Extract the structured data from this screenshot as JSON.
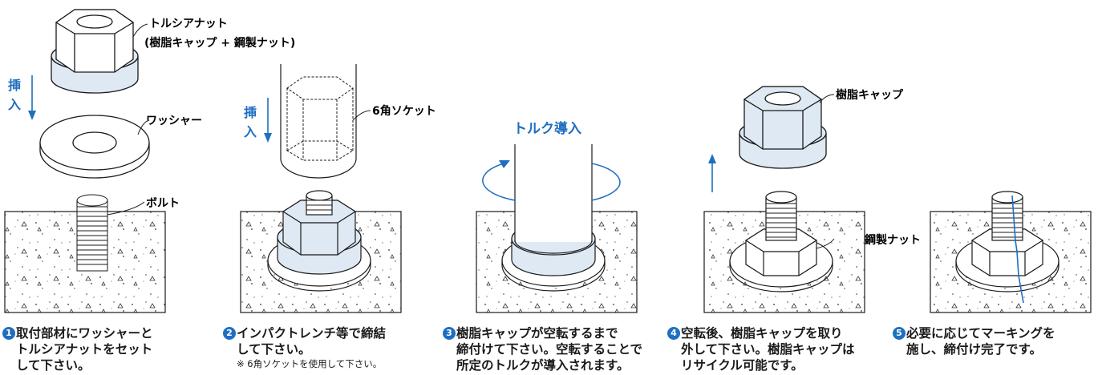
{
  "labels": {
    "torque_nut": "トルシアナット",
    "torque_nut_detail": "(樹脂キャップ + 鋼製ナット)",
    "washer": "ワッシャー",
    "bolt": "ボルト",
    "socket": "6角ソケット",
    "insert_1": "挿",
    "insert_2": "入",
    "torque_intro": "トルク導入",
    "resin_cap": "樹脂キャップ",
    "steel_nut": "鋼製ナット"
  },
  "steps": [
    {
      "num": "1",
      "lines": [
        "取付部材にワッシャーと",
        "トルシアナットをセット",
        "して下さい。"
      ]
    },
    {
      "num": "2",
      "lines": [
        "インパクトレンチ等で締結",
        "して下さい。"
      ],
      "note": "※ 6角ソケットを使用して下さい。"
    },
    {
      "num": "3",
      "lines": [
        "樹脂キャップが空転するまで",
        "締付けて下さい。空転することで",
        "所定のトルクが導入されます。"
      ]
    },
    {
      "num": "4",
      "lines": [
        "空転後、樹脂キャップを取り",
        "外して下さい。樹脂キャップは",
        "リサイクル可能です。"
      ]
    },
    {
      "num": "5",
      "lines": [
        "必要に応じてマーキングを",
        "施し、締付け完了です。"
      ]
    }
  ],
  "colors": {
    "accent": "#1e6fc0",
    "cap": "#dfe9f3",
    "line": "#1a1a1a"
  }
}
